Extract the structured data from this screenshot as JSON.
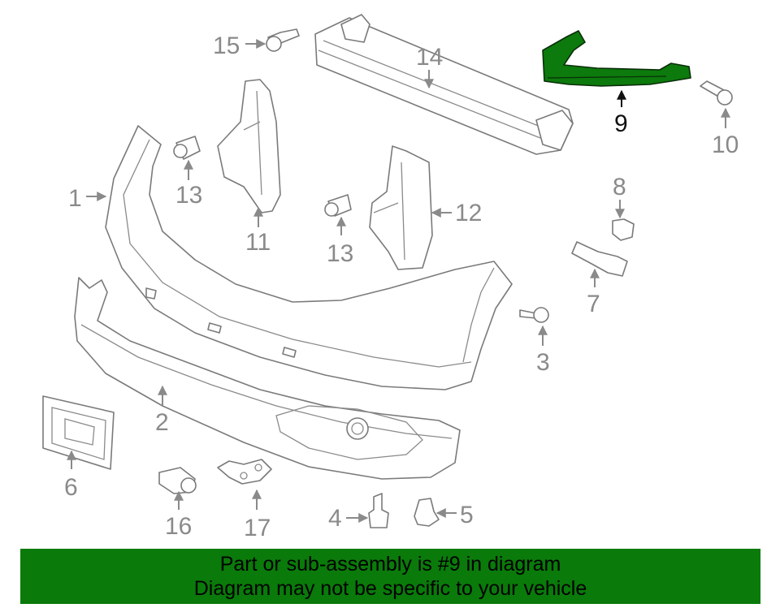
{
  "callouts": {
    "c1": "1",
    "c2": "2",
    "c3": "3",
    "c4": "4",
    "c5": "5",
    "c6": "6",
    "c7": "7",
    "c8": "8",
    "c9": "9",
    "c10": "10",
    "c11": "11",
    "c12": "12",
    "c13a": "13",
    "c13b": "13",
    "c14": "14",
    "c15": "15",
    "c16": "16",
    "c17": "17"
  },
  "highlight": {
    "part": "9",
    "color": "#0a7a0a"
  },
  "banner": {
    "line1": "Part or sub-assembly is #9 in diagram",
    "line2": "Diagram may not be specific to your vehicle"
  }
}
